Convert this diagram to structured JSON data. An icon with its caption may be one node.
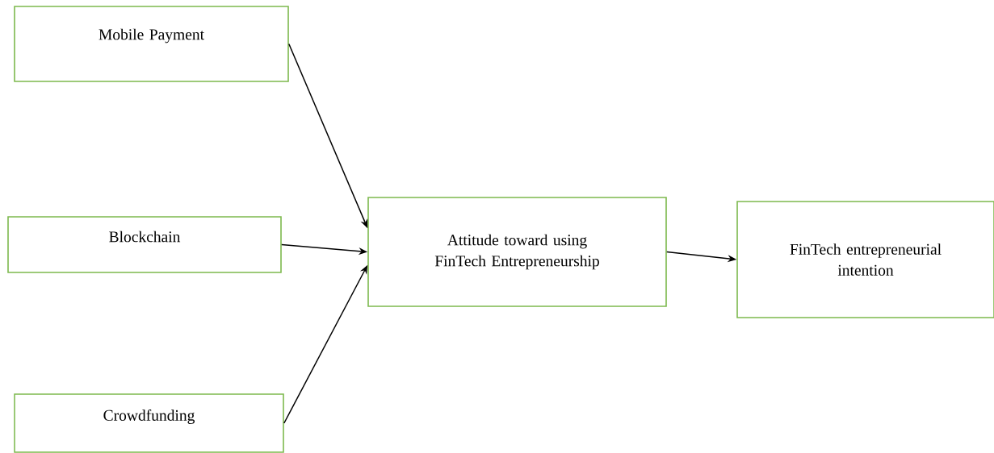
{
  "diagram": {
    "nodes": [
      {
        "text": [
          "Mobile Payment"
        ]
      },
      {
        "text": [
          "Blockchain"
        ]
      },
      {
        "text": [
          "Crowdfunding"
        ]
      },
      {
        "text": [
          "Attitude toward using FinTech Entrepreneurship"
        ]
      },
      {
        "text": [
          "FinTech entrepreneurial intention"
        ]
      }
    ],
    "edges": [
      {
        "from": 0,
        "to": 3,
        "arrow": "to"
      },
      {
        "from": 1,
        "to": 3,
        "arrow": "to"
      },
      {
        "from": 2,
        "to": 3,
        "arrow": "to"
      },
      {
        "from": 3,
        "to": 4,
        "arrow": "to"
      }
    ]
  }
}
